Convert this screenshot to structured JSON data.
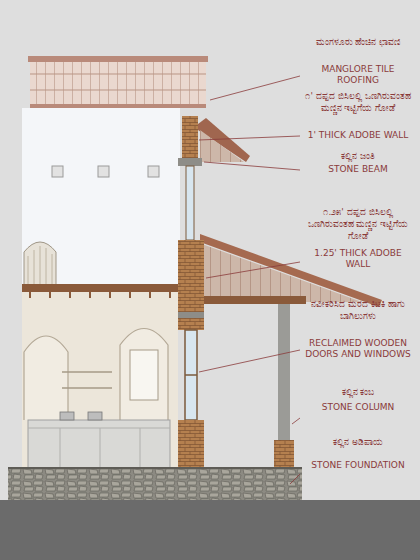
{
  "diagram": {
    "labels": [
      "ಮಂಗಳೂರು ಹೆಂಚಿನ ಛಾವಣಿ",
      "MANGLORE TILE ROOFING",
      "೧' ದಪ್ಪದ ಬಿಸಿಲಲ್ಲಿ ಒಣಗಿರುವಂತಹ ಮಣ್ಣಿನ ಇಟ್ಟಿಗೆಯ ಗೋಡೆ",
      "1' THICK ADOBE WALL",
      "ಕಲ್ಲಿನ ಜಂತಿ",
      "STONE BEAM",
      "೧.೨೫' ದಪ್ಪದ ಬಿಸಿಲಲ್ಲಿ ಒಣಗಿರುವಂತಹ ಮಣ್ಣಿನ ಇಟ್ಟಿಗೆಯ ಗೋಡೆ",
      "1.25' THICK ADOBE WALL",
      "ನವೀಕರಿಸಿದ ಮರದ ಕಿಟಕಿ ಹಾಗು ಬಾಗಿಲುಗಳು",
      "RECLAIMED WOODEN DOORS AND WINDOWS",
      "ಕಲ್ಲಿನ ಕಂಬ",
      "STONE COLUMN",
      "ಕಲ್ಲಿನ ಅಡಿಪಾಯ",
      "STONE FOUNDATION"
    ]
  }
}
